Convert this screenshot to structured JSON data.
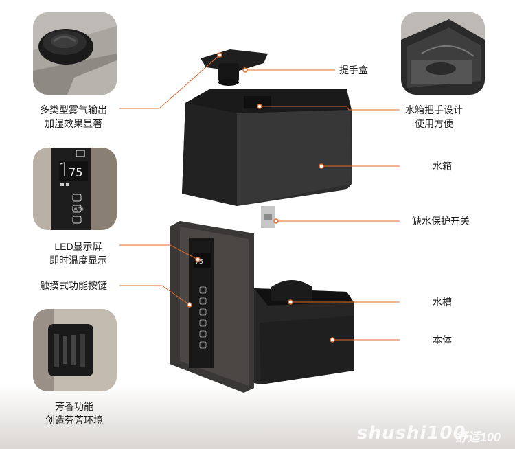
{
  "annotations": {
    "lift_box": "提手盒",
    "tank_handle": [
      "水箱把手设计",
      "使用方便"
    ],
    "water_tank": "水箱",
    "low_water_switch": "缺水保护开关",
    "water_trough": "水槽",
    "main_body": "本体",
    "mist_output": [
      "多类型雾气输出",
      "加湿效果显著"
    ],
    "led_screen": [
      "LED显示屏",
      "即时温度显示"
    ],
    "touch_keys": "触摸式功能按键",
    "aroma": [
      "芳香功能",
      "创造芬芳环境"
    ]
  },
  "display": {
    "temperature": "75",
    "auto_key": "AUTO"
  },
  "watermark": {
    "latin": "shushi100",
    "cn": "舒适100"
  },
  "colors": {
    "accent": "#e06a2c",
    "device_dark": "#2b2b2b",
    "device_body": "#3a3837"
  }
}
